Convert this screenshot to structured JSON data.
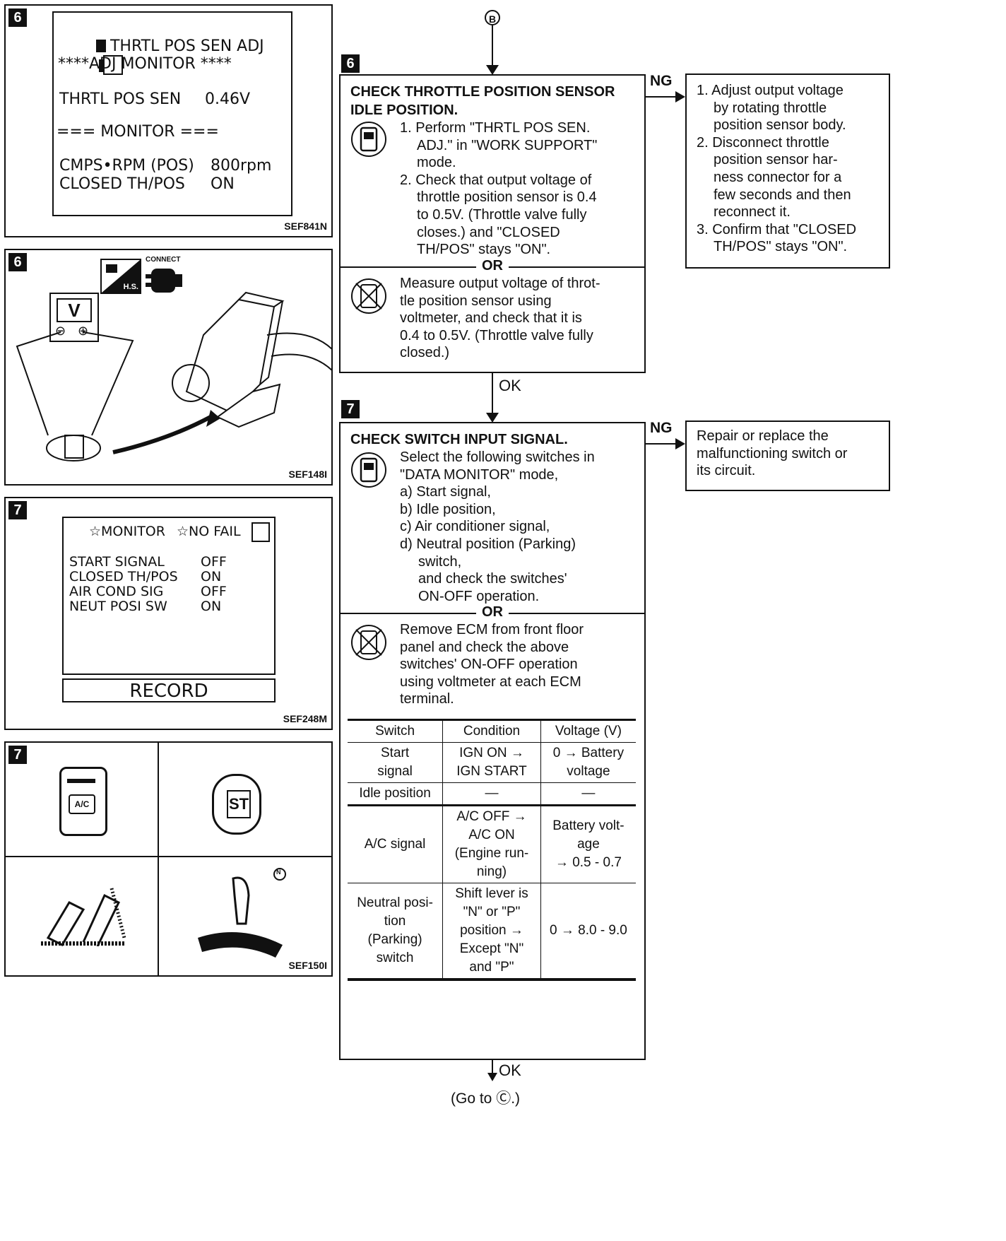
{
  "panel1": {
    "number": "6",
    "screen": {
      "line1": "THRTL POS SEN ADJ",
      "line2": "****ADJ MONITOR ****",
      "line3_label": "THRTL POS SEN",
      "line3_value": "0.46V",
      "line4": "=== MONITOR ===",
      "line5_label": "CMPS•RPM (POS)",
      "line5_value": "800rpm",
      "line6_label": "CLOSED TH/POS",
      "line6_value": "ON"
    },
    "code": "SEF841N"
  },
  "panel2": {
    "number": "6",
    "hs_label": "H.S.",
    "connect_label": "CONNECT",
    "meter_label": "V",
    "minus": "⊖",
    "plus": "⊕",
    "code": "SEF148I"
  },
  "panel3": {
    "number": "7",
    "header_monitor": "☆MONITOR",
    "header_nofail": "☆NO FAIL",
    "rows": [
      {
        "label": "START SIGNAL",
        "value": "OFF"
      },
      {
        "label": "CLOSED TH/POS",
        "value": "ON"
      },
      {
        "label": "AIR COND SIG",
        "value": "OFF"
      },
      {
        "label": "NEUT POSI SW",
        "value": "ON"
      }
    ],
    "record_button": "RECORD",
    "code": "SEF248M"
  },
  "panel4": {
    "number": "7",
    "ac_label": "A/C",
    "st_label": "ST",
    "n_label": "N",
    "code": "SEF150I"
  },
  "flow": {
    "top_marker": "B",
    "step6": {
      "number": "6",
      "title_line1": "CHECK THROTTLE POSITION SENSOR",
      "title_line2": "IDLE POSITION.",
      "items": [
        "1. Perform \"THRTL POS SEN.",
        "ADJ.\" in \"WORK SUPPORT\"",
        "mode.",
        "2. Check that output voltage of",
        "throttle position sensor is 0.4",
        "to 0.5V. (Throttle valve fully",
        "closes.) and \"CLOSED",
        "TH/POS\" stays \"ON\"."
      ],
      "or_label": "OR",
      "alt_lines": [
        "Measure output voltage of throt-",
        "tle position sensor using",
        "voltmeter, and check that it is",
        "0.4 to 0.5V. (Throttle valve fully",
        "closed.)"
      ],
      "ng_label": "NG",
      "ng_box_lines": [
        "1. Adjust output voltage",
        "by rotating throttle",
        "position sensor body.",
        "2. Disconnect throttle",
        "position sensor har-",
        "ness connector for a",
        "few seconds and then",
        "reconnect it.",
        "3. Confirm that \"CLOSED",
        "TH/POS\" stays \"ON\"."
      ],
      "ok_label": "OK"
    },
    "step7": {
      "number": "7",
      "title": "CHECK SWITCH INPUT SIGNAL.",
      "lines": [
        "Select the following switches in",
        "\"DATA MONITOR\" mode,",
        "a) Start signal,",
        "b) Idle position,",
        "c) Air conditioner signal,",
        "d) Neutral position (Parking)",
        "switch,",
        "and check the switches'",
        "ON-OFF operation."
      ],
      "or_label": "OR",
      "alt_lines": [
        "Remove ECM from front floor",
        "panel and check the above",
        "switches' ON-OFF operation",
        "using voltmeter at each ECM",
        "terminal."
      ],
      "table": {
        "headers": [
          "Switch",
          "Condition",
          "Voltage (V)"
        ],
        "rows": [
          {
            "switch": [
              "Start",
              "signal"
            ],
            "condition": [
              "IGN ON →",
              "IGN START"
            ],
            "voltage": [
              "0 → Battery",
              "voltage"
            ]
          },
          {
            "switch": [
              "Idle position"
            ],
            "condition": [
              "—"
            ],
            "voltage": [
              "—"
            ]
          },
          {
            "switch": [
              "A/C signal"
            ],
            "condition": [
              "A/C OFF →",
              "A/C ON",
              "(Engine run-",
              "ning)"
            ],
            "voltage": [
              "Battery volt-",
              "age",
              "→ 0.5 - 0.7"
            ]
          },
          {
            "switch": [
              "Neutral posi-",
              "tion",
              "(Parking)",
              "switch"
            ],
            "condition": [
              "Shift lever is",
              "\"N\" or \"P\"",
              "position →",
              "Except \"N\"",
              "and \"P\""
            ],
            "voltage": [
              "0 → 8.0 - 9.0"
            ]
          }
        ]
      },
      "ng_label": "NG",
      "ng_box_lines": [
        "Repair or replace the",
        "malfunctioning switch or",
        "its circuit."
      ],
      "ok_label": "OK",
      "goto": "(Go to Ⓒ.)"
    }
  }
}
